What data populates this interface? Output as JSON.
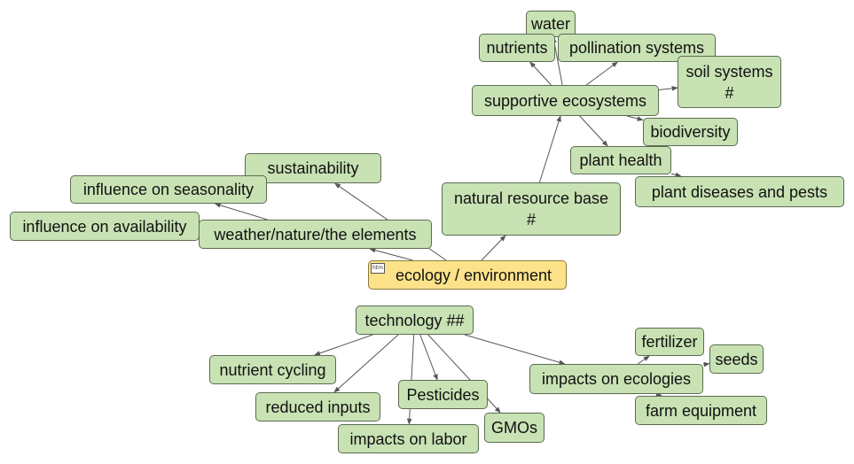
{
  "nodes": {
    "ecology_environment": {
      "label": "ecology / environment",
      "icon": "htm"
    },
    "sustainability": {
      "label": "sustainability"
    },
    "influence_on_seasonality": {
      "label": "influence on seasonality"
    },
    "influence_on_availability": {
      "label": "influence on availability"
    },
    "weather_nature": {
      "label": "weather/nature/the elements"
    },
    "natural_resource_base": {
      "label": "natural resource base",
      "mark": "#"
    },
    "supportive_ecosystems": {
      "label": "supportive ecosystems"
    },
    "water": {
      "label": "water"
    },
    "nutrients": {
      "label": "nutrients"
    },
    "pollination_systems": {
      "label": "pollination systems"
    },
    "soil_systems": {
      "label": "soil systems",
      "mark": "#"
    },
    "biodiversity": {
      "label": "biodiversity"
    },
    "plant_health": {
      "label": "plant health"
    },
    "plant_diseases": {
      "label": "plant diseases and pests"
    },
    "technology": {
      "label": "technology ##"
    },
    "nutrient_cycling": {
      "label": "nutrient cycling"
    },
    "reduced_inputs": {
      "label": "reduced inputs"
    },
    "impacts_on_labor": {
      "label": "impacts on labor"
    },
    "pesticides": {
      "label": "Pesticides"
    },
    "gmos": {
      "label": "GMOs"
    },
    "impacts_on_ecologies": {
      "label": "impacts on ecologies"
    },
    "fertilizer": {
      "label": "fertilizer"
    },
    "seeds": {
      "label": "seeds"
    },
    "farm_equipment": {
      "label": "farm equipment"
    }
  },
  "edges": [
    {
      "from": "ecology_environment",
      "to": "natural_resource_base"
    },
    {
      "from": "ecology_environment",
      "to": "sustainability"
    },
    {
      "from": "ecology_environment",
      "to": "weather_nature"
    },
    {
      "from": "weather_nature",
      "to": "influence_on_seasonality"
    },
    {
      "from": "weather_nature",
      "to": "influence_on_availability"
    },
    {
      "from": "natural_resource_base",
      "to": "supportive_ecosystems"
    },
    {
      "from": "supportive_ecosystems",
      "to": "water"
    },
    {
      "from": "supportive_ecosystems",
      "to": "nutrients"
    },
    {
      "from": "supportive_ecosystems",
      "to": "pollination_systems"
    },
    {
      "from": "supportive_ecosystems",
      "to": "soil_systems"
    },
    {
      "from": "supportive_ecosystems",
      "to": "biodiversity"
    },
    {
      "from": "supportive_ecosystems",
      "to": "plant_health"
    },
    {
      "from": "plant_health",
      "to": "plant_diseases"
    },
    {
      "from": "technology",
      "to": "nutrient_cycling"
    },
    {
      "from": "technology",
      "to": "reduced_inputs"
    },
    {
      "from": "technology",
      "to": "impacts_on_labor"
    },
    {
      "from": "technology",
      "to": "pesticides"
    },
    {
      "from": "technology",
      "to": "gmos"
    },
    {
      "from": "technology",
      "to": "impacts_on_ecologies"
    },
    {
      "from": "impacts_on_ecologies",
      "to": "fertilizer"
    },
    {
      "from": "impacts_on_ecologies",
      "to": "seeds"
    },
    {
      "from": "impacts_on_ecologies",
      "to": "farm_equipment"
    }
  ],
  "colors": {
    "node_fill": "#c8e2b4",
    "root_fill": "#fde28a",
    "edge": "#555555"
  }
}
